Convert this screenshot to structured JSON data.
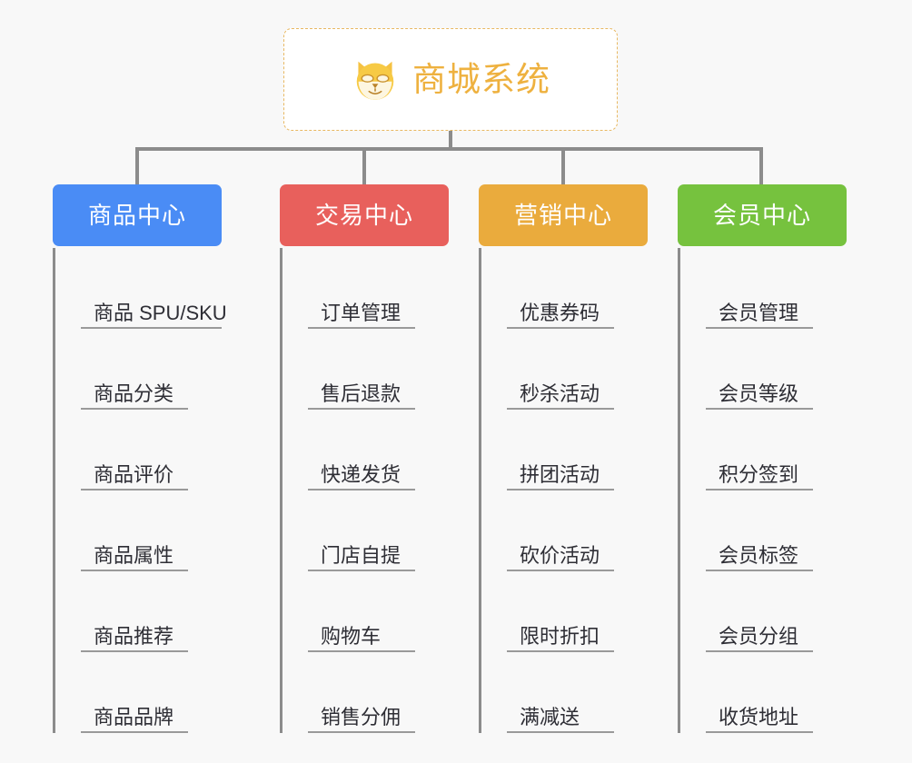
{
  "diagram": {
    "type": "org-chart",
    "background_color": "#f8f8f8",
    "root": {
      "title": "商城系统",
      "icon": "shiba-dog-face-icon",
      "text_color": "#eeb13f",
      "border_color": "#e8b862",
      "background_color": "#ffffff"
    },
    "connector_color": "#8c8c8c",
    "columns": [
      {
        "label": "商品中心",
        "color": "#4a8cf5",
        "items": [
          "商品 SPU/SKU",
          "商品分类",
          "商品评价",
          "商品属性",
          "商品推荐",
          "商品品牌"
        ]
      },
      {
        "label": "交易中心",
        "color": "#e8605c",
        "items": [
          "订单管理",
          "售后退款",
          "快递发货",
          "门店自提",
          "购物车",
          "销售分佣"
        ]
      },
      {
        "label": "营销中心",
        "color": "#eaab3d",
        "items": [
          "优惠券码",
          "秒杀活动",
          "拼团活动",
          "砍价活动",
          "限时折扣",
          "满减送"
        ]
      },
      {
        "label": "会员中心",
        "color": "#76c23e",
        "items": [
          "会员管理",
          "会员等级",
          "积分签到",
          "会员标签",
          "会员分组",
          "收货地址"
        ]
      }
    ]
  }
}
